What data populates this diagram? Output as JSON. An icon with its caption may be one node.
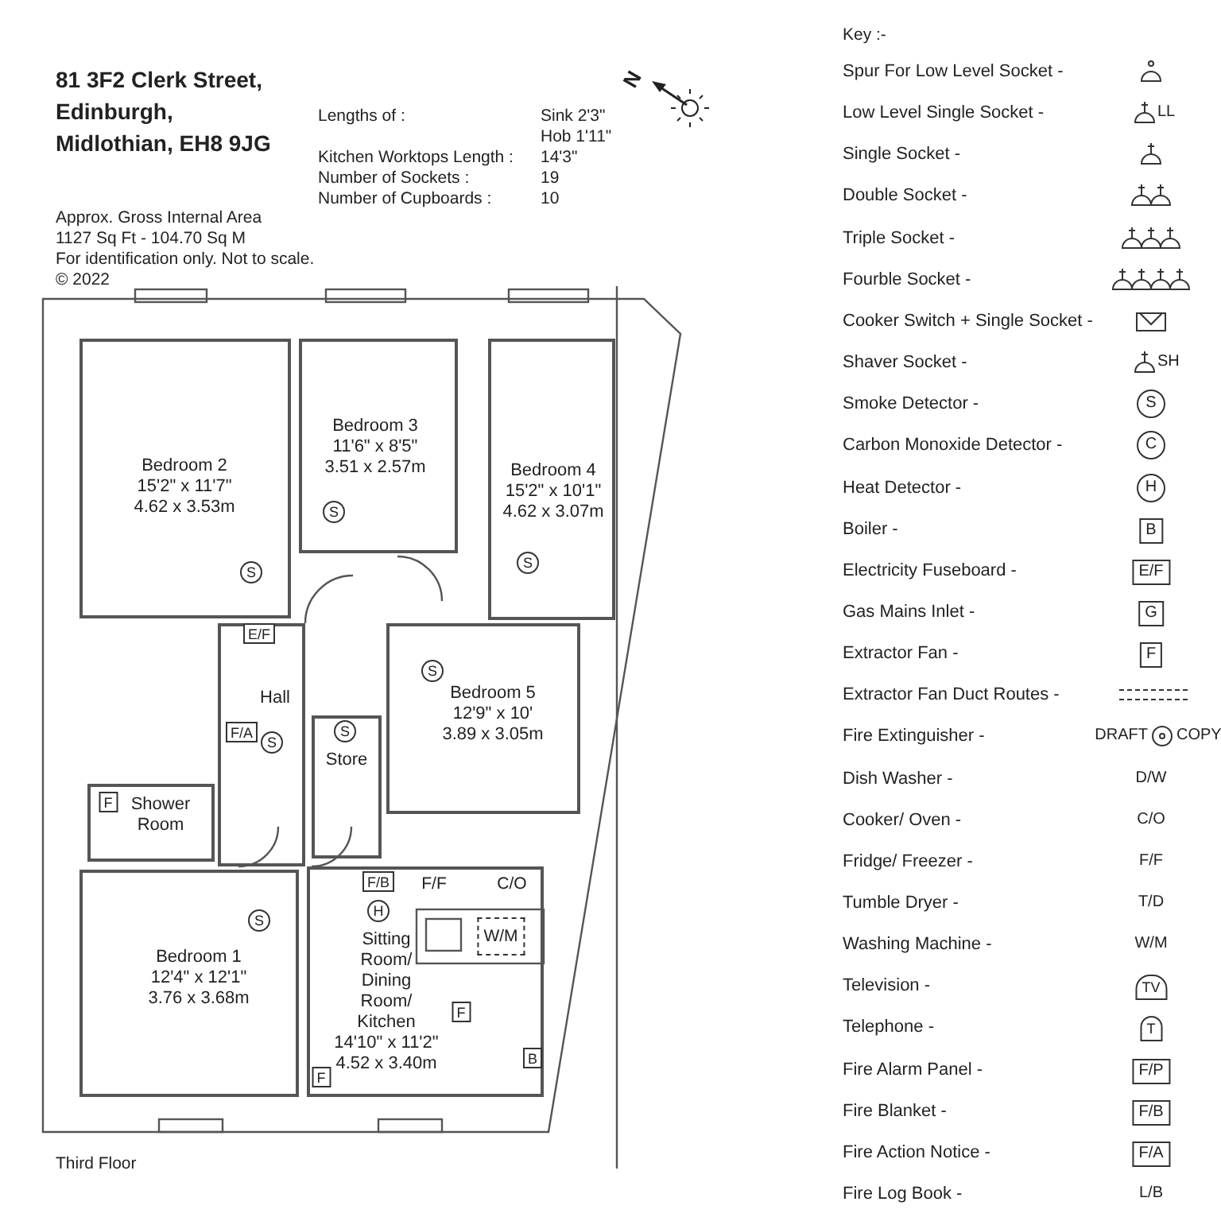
{
  "diagram": {
    "title": "81 3F2 Clerk Street, Edinburgh, Midlothian, EH8 9JG",
    "caption": "Third Floor",
    "nodes": [
      {
        "text": [
          "Bedroom 2",
          "15'2\" x 11'7\"",
          "4.62 x 3.53m"
        ]
      },
      {
        "text": [
          "Bedroom 3",
          "11'6\" x 8'5\"",
          "3.51 x 2.57m"
        ]
      },
      {
        "text": [
          "Bedroom 4",
          "15'2\" x 10'1\"",
          "4.62 x 3.07m"
        ]
      },
      {
        "text": [
          "Hall"
        ]
      },
      {
        "text": [
          "Store"
        ]
      },
      {
        "text": [
          "Bedroom 5",
          "12'9\" x 10'",
          "3.89 x 3.05m"
        ]
      },
      {
        "text": [
          "Shower Room"
        ]
      },
      {
        "text": [
          "Bedroom 1",
          "12'4\" x 12'1\"",
          "3.76 x 3.68m"
        ]
      },
      {
        "text": [
          "Sitting Room/ Dining Room/ Kitchen",
          "14'10\" x 11'2\"",
          "4.52 x 3.40m"
        ]
      },
      {
        "text": [
          "S"
        ],
        "in": 0
      },
      {
        "text": [
          "S"
        ],
        "in": 1
      },
      {
        "text": [
          "S"
        ],
        "in": 2
      },
      {
        "text": [
          "E/F"
        ],
        "in": 3
      },
      {
        "text": [
          "F/A"
        ],
        "in": 3
      },
      {
        "text": [
          "S"
        ],
        "in": 3
      },
      {
        "text": [
          "S"
        ],
        "in": 4
      },
      {
        "text": [
          "S"
        ],
        "in": 5
      },
      {
        "text": [
          "F"
        ],
        "in": 6
      },
      {
        "text": [
          "S"
        ],
        "in": 7
      },
      {
        "text": [
          "F/B"
        ],
        "in": 8
      },
      {
        "text": [
          "H"
        ],
        "in": 8
      },
      {
        "text": [
          "F"
        ],
        "in": 8
      },
      {
        "text": [
          "B"
        ],
        "in": 8
      },
      {
        "text": [
          "F"
        ],
        "in": 8
      }
    ],
    "labels": [
      "Lengths of :",
      "Sink 2'3\"",
      "Hob 1'11\"",
      "Kitchen Worktops Length :",
      "14'3\"",
      "Number of Sockets :",
      "19",
      "Number of Cupboards :",
      "10",
      "Approx. Gross Internal Area",
      "1127 Sq Ft - 104.70 Sq M",
      "For identification only. Not to scale.",
      "© 2022",
      "N",
      "F/F",
      "C/O",
      "W/M",
      "Key :-",
      "LL",
      "SH",
      "S",
      "C",
      "H",
      "B",
      "E/F",
      "G",
      "F",
      "DRAFT",
      "COPY",
      "D/W",
      "C/O",
      "F/F",
      "T/D",
      "W/M",
      "TV",
      "T",
      "F/P",
      "F/B",
      "F/A",
      "L/B"
    ],
    "legend": [
      {
        "text": "Spur For Low Level Socket -"
      },
      {
        "text": "Low Level Single Socket -"
      },
      {
        "text": "Single Socket -"
      },
      {
        "text": "Double Socket -"
      },
      {
        "text": "Triple Socket -"
      },
      {
        "text": "Fourble Socket -"
      },
      {
        "text": "Cooker Switch + Single Socket -"
      },
      {
        "text": "Shaver Socket -"
      },
      {
        "text": "Smoke Detector -"
      },
      {
        "text": "Carbon Monoxide Detector -"
      },
      {
        "text": "Heat Detector -"
      },
      {
        "text": "Boiler -"
      },
      {
        "text": "Electricity Fuseboard -"
      },
      {
        "text": "Gas Mains Inlet -"
      },
      {
        "text": "Extractor Fan -"
      },
      {
        "text": "Extractor Fan Duct Routes -"
      },
      {
        "text": "Fire Extinguisher -"
      },
      {
        "text": "Dish Washer -"
      },
      {
        "text": "Cooker/ Oven -"
      },
      {
        "text": "Fridge/ Freezer -"
      },
      {
        "text": "Tumble Dryer -"
      },
      {
        "text": "Washing Machine -"
      },
      {
        "text": "Television -"
      },
      {
        "text": "Telephone -"
      },
      {
        "text": "Fire Alarm Panel -"
      },
      {
        "text": "Fire Blanket -"
      },
      {
        "text": "Fire Action Notice  -"
      },
      {
        "text": "Fire Log Book -"
      }
    ]
  }
}
